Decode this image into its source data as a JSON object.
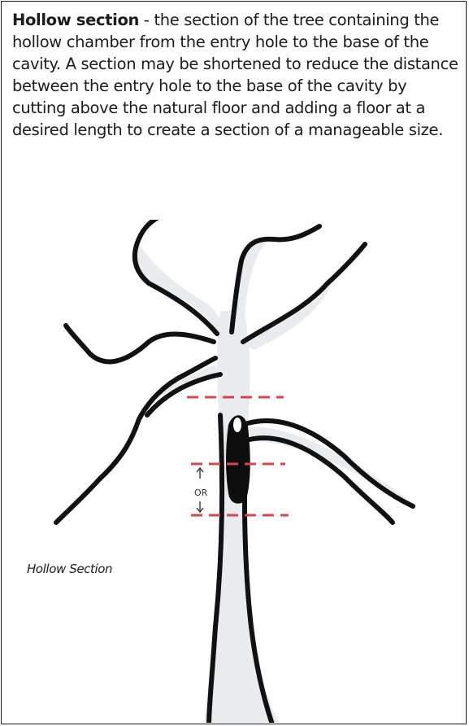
{
  "definition": {
    "term": "Hollow section",
    "separator": " - ",
    "text": "the section of the tree containing the hollow chamber from the entry hole to the base of the cavity. A section may be shortened to reduce the distance between the entry hole to the base of the cavity by cutting above the natural floor and adding a floor at a desired length to create a section of a manageable size."
  },
  "figure": {
    "caption": "Hollow Section",
    "marker_label": "OR",
    "colors": {
      "cut_line": "#d9454f",
      "ink": "#111111",
      "bark_shading": "#e9ecef",
      "cavity": "#0d0d0d"
    }
  }
}
